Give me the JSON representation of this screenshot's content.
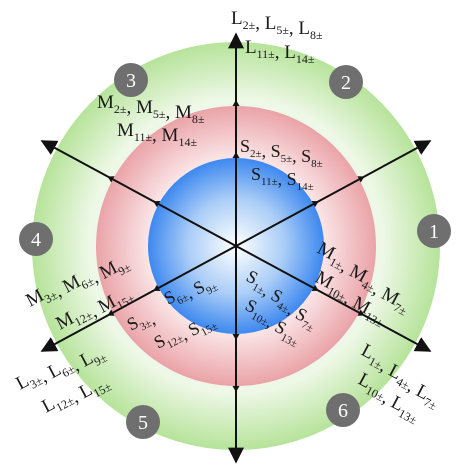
{
  "diagram": {
    "sector_badges": [
      "1",
      "2",
      "3",
      "4",
      "5",
      "6"
    ],
    "labels": {
      "L_2_5_8": [
        [
          "L",
          "2±"
        ],
        [
          ", L",
          "5±"
        ],
        [
          ", L",
          "8±"
        ]
      ],
      "L_11_14": [
        [
          "L",
          "11±"
        ],
        [
          ", L",
          "14±"
        ]
      ],
      "M_2_5_8": [
        [
          "M",
          "2±"
        ],
        [
          ", M",
          "5±"
        ],
        [
          ", M",
          "8±"
        ]
      ],
      "M_11_14": [
        [
          "M",
          "11±"
        ],
        [
          ", M",
          "14±"
        ]
      ],
      "S_2_5_8": [
        [
          "S",
          "2±"
        ],
        [
          ", S",
          "5±"
        ],
        [
          ", S",
          "8±"
        ]
      ],
      "S_11_14": [
        [
          "S",
          "11±"
        ],
        [
          ", S",
          "14±"
        ]
      ],
      "M_1_4_7": [
        [
          "M",
          "1±"
        ],
        [
          ", M",
          "4±"
        ],
        [
          ", M",
          "7±"
        ]
      ],
      "M_10_13": [
        [
          "M",
          "10±"
        ],
        [
          ", M",
          "13±"
        ]
      ],
      "L_1_4_7": [
        [
          "L",
          "1±"
        ],
        [
          ", L",
          "4±"
        ],
        [
          ", L",
          "7±"
        ]
      ],
      "L_10_13": [
        [
          "L",
          "10±"
        ],
        [
          ", L",
          "13±"
        ]
      ],
      "S_1_4_7": [
        [
          "S",
          "1±"
        ],
        [
          ", S",
          "4±"
        ],
        [
          ", S",
          "7±"
        ]
      ],
      "S_10_13": [
        [
          "S",
          "10±"
        ],
        [
          ", S",
          "13±"
        ]
      ],
      "S_6_9": [
        [
          "S",
          "6±"
        ],
        [
          ", S",
          "9±"
        ]
      ],
      "S_3": [
        [
          "S",
          "3±"
        ],
        [
          ",",
          ""
        ]
      ],
      "S_12_15": [
        [
          "S",
          "12±"
        ],
        [
          ", S",
          "15±"
        ]
      ],
      "M_3_6_9": [
        [
          "M",
          "3±"
        ],
        [
          ", M",
          "6±"
        ],
        [
          ", M",
          "9±"
        ]
      ],
      "M_12_15": [
        [
          "M",
          "12±"
        ],
        [
          ", M",
          "15±"
        ]
      ],
      "L_3_6_9": [
        [
          "L",
          "3±"
        ],
        [
          ", L",
          "6±"
        ],
        [
          ", L",
          "9±"
        ]
      ],
      "L_12_15": [
        [
          "L",
          "12±"
        ],
        [
          ", L",
          "15±"
        ]
      ]
    },
    "colors": {
      "outer_ring": "#b6e39a",
      "middle_ring": "#eaa3a8",
      "inner_disc": "#3d88ef",
      "badge": "#6f6f6f",
      "axis": "#111111"
    }
  }
}
